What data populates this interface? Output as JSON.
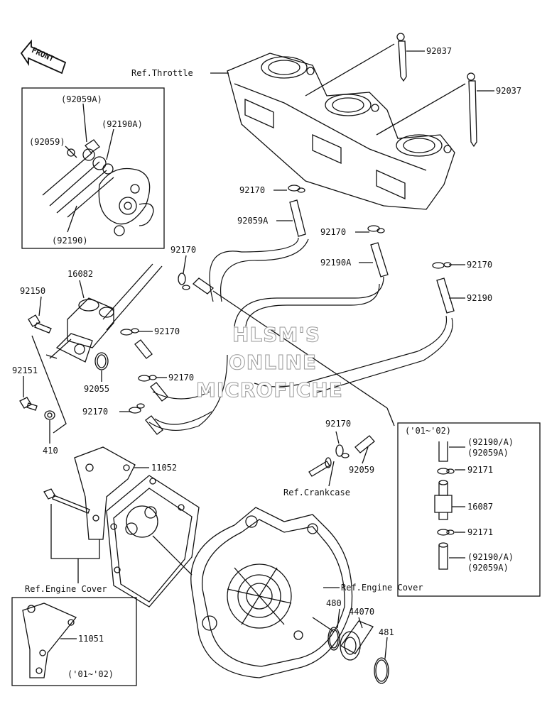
{
  "direction_arrow": {
    "label": "FRONT"
  },
  "watermark": {
    "lines": [
      "HLSM'S",
      "ONLINE",
      "MICROFICHE"
    ]
  },
  "inset_top_left": {
    "labels": [
      "(92059A)",
      "(92190A)",
      "(92059)",
      "(92190)"
    ]
  },
  "inset_right": {
    "year_label": "('01~'02)",
    "labels": [
      "(92190/A)",
      "(92059A)",
      "92171",
      "16087",
      "92171",
      "(92190/A)",
      "(92059A)"
    ]
  },
  "inset_bottom_left": {
    "part": "11051",
    "year_label": "('01~'02)"
  },
  "callouts": {
    "ref_throttle": "Ref.Throttle",
    "p92037_a": "92037",
    "p92037_b": "92037",
    "p92170_a": "92170",
    "p92059A": "92059A",
    "p92170_b": "92170",
    "p92190A": "92190A",
    "p92170_c": "92170",
    "p92190": "92190",
    "p92170_d": "92170",
    "p16082": "16082",
    "p92150": "92150",
    "p92170_e": "92170",
    "p92170_f": "92170",
    "p92151": "92151",
    "p92055": "92055",
    "p92170_g": "92170",
    "p410": "410",
    "p92170_h": "92170",
    "p92059": "92059",
    "ref_crankcase": "Ref.Crankcase",
    "p11052": "11052",
    "ref_engine_cover_left": "Ref.Engine Cover",
    "ref_engine_cover_right": "Ref.Engine Cover",
    "p480": "480",
    "p44070": "44070",
    "p481": "481"
  }
}
